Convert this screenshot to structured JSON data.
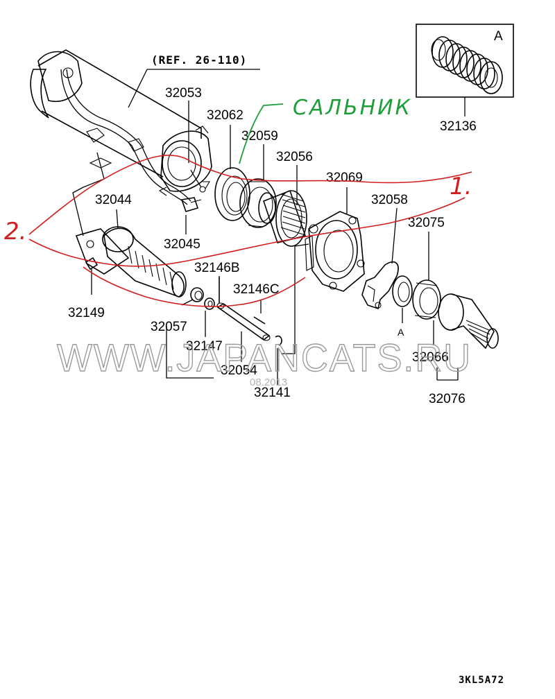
{
  "diagram": {
    "ref_label": "(REF. 26-110)",
    "inset_letter": "A",
    "callout_letter": "A",
    "drawing_code": "3KL5A72",
    "watermark": "WWW.JAPANCATS.RU",
    "watermark_date": "08.2013",
    "annotations": {
      "green_note": "САЛЬНИК",
      "red_mark_1": "1.",
      "red_mark_2": "2."
    },
    "part_numbers": [
      "32053",
      "32062",
      "32059",
      "32056",
      "32069",
      "32058",
      "32075",
      "32044",
      "32045",
      "32146B",
      "32146C",
      "32149",
      "32057",
      "32147",
      "32054",
      "32141",
      "32066",
      "32076",
      "32136"
    ]
  }
}
